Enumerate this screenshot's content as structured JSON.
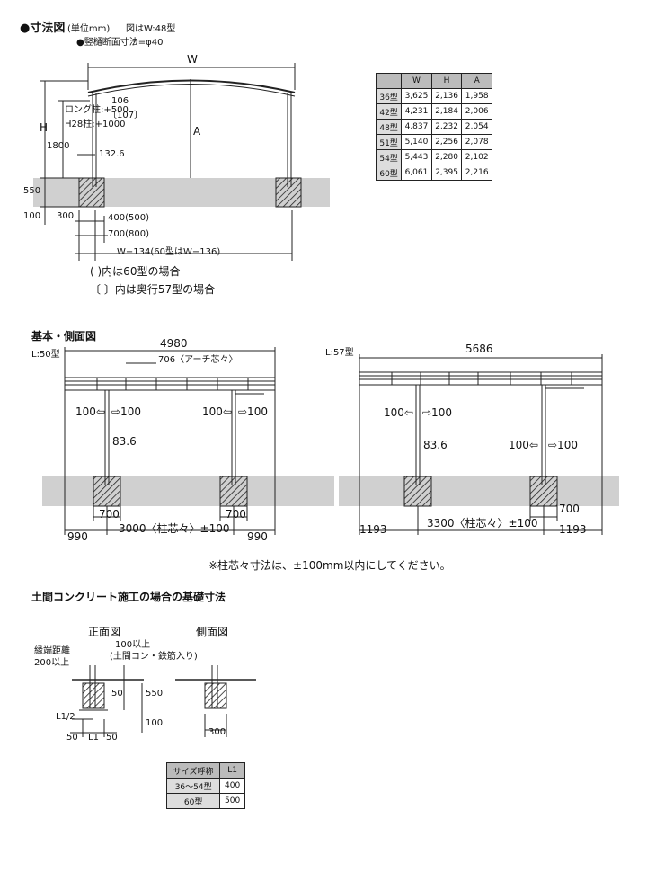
{
  "title": {
    "bullet": "●寸法図",
    "unit": "(単位mm)",
    "note": "図はW:48型"
  },
  "pipe_note": "●竪樋断面寸法=φ40",
  "front": {
    "W": "W",
    "H": "H",
    "A": "A",
    "d106": "106",
    "d107": "〔107〕",
    "d1800": "1800",
    "long": "ロング柱:+500",
    "h28": "H28柱:+1000",
    "d1326": "132.6",
    "d550": "550",
    "d100": "100",
    "d300": "300",
    "d400": "400(500)",
    "d700": "700(800)",
    "w134": "W−134(60型はW−136)",
    "note1": "(   )内は60型の場合",
    "note2": "〔   〕内は奥行57型の場合"
  },
  "spec_table": {
    "headers": [
      "",
      "W",
      "H",
      "A"
    ],
    "rows": [
      [
        "36型",
        "3,625",
        "2,136",
        "1,958"
      ],
      [
        "42型",
        "4,231",
        "2,184",
        "2,006"
      ],
      [
        "48型",
        "4,837",
        "2,232",
        "2,054"
      ],
      [
        "51型",
        "5,140",
        "2,256",
        "2,078"
      ],
      [
        "54型",
        "5,443",
        "2,280",
        "2,102"
      ],
      [
        "60型",
        "6,061",
        "2,395",
        "2,216"
      ]
    ]
  },
  "side": {
    "heading": "基本・側面図",
    "l50": {
      "label": "L:50型",
      "total": "4980",
      "arch": "706〈アーチ芯々〉",
      "p1l": "100⇦",
      "p1r": "⇨100",
      "p2l": "100⇦",
      "p2r": "⇨100",
      "d836": "83.6",
      "f1": "700",
      "f2": "700",
      "span": "3000〈柱芯々〉±100",
      "oh1": "990",
      "oh2": "990"
    },
    "l57": {
      "label": "L:57型",
      "total": "5686",
      "p1l": "100⇦",
      "p1r": "⇨100",
      "p2l": "100⇦",
      "p2r": "⇨100",
      "d836": "83.6",
      "f1": "700",
      "span": "3300〈柱芯々〉±100",
      "oh1": "1193",
      "oh2": "1193"
    },
    "note": "※柱芯々寸法は、±100mm以内にしてください。"
  },
  "foundation": {
    "heading": "土間コンクリート施工の場合の基礎寸法",
    "front_label": "正面図",
    "side_label": "側面図",
    "edge1": "縁端距離",
    "edge2": "200以上",
    "top1": "100以上",
    "top2": "(土間コン・鉄筋入り)",
    "d50v": "50",
    "d550": "550",
    "d100": "100",
    "l12": "L1/2",
    "b50a": "50",
    "bl1": "L1",
    "b50b": "50",
    "d300": "300",
    "table": {
      "headers": [
        "サイズ呼称",
        "L1"
      ],
      "rows": [
        [
          "36〜54型",
          "400"
        ],
        [
          "60型",
          "500"
        ]
      ]
    }
  }
}
